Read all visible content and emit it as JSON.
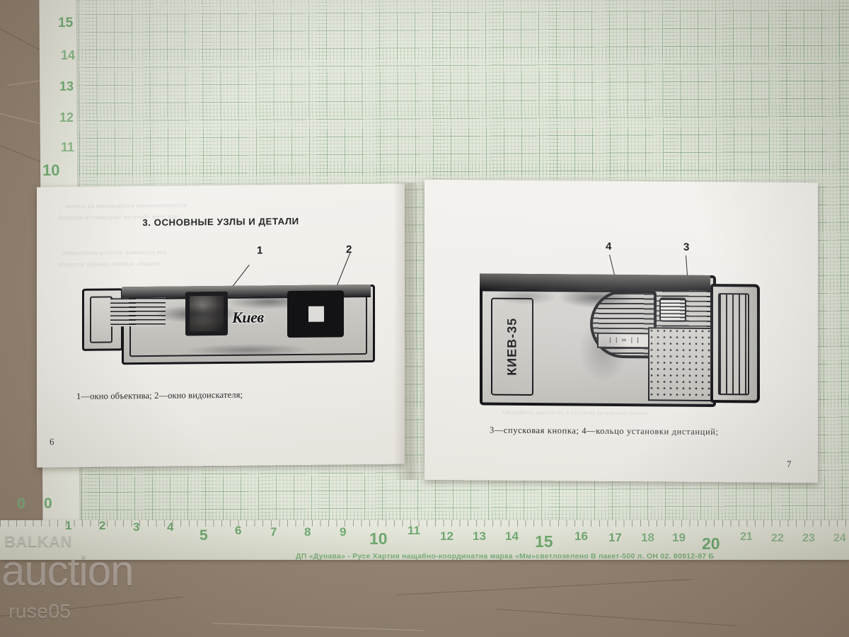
{
  "scene": {
    "description": "photograph-of-open-booklet-on-graph-paper",
    "background_color": "#968574",
    "graph_paper_color": "#dfe4d6",
    "grid_color": "#6fa86f"
  },
  "booklet": {
    "left_page": {
      "page_number": "6",
      "section_title": "3. ОСНОВНЫЕ УЗЛЫ И ДЕТАЛИ",
      "caption": "1—окно объектива; 2—окно видоискателя;",
      "callouts": [
        {
          "label": "1"
        },
        {
          "label": "2"
        }
      ],
      "illustration": {
        "name": "camera-top-view",
        "brand_text": "Киев"
      },
      "bleed_through_lines": [
        "воспроизведение изображения на плёнке",
        "при этом объектив закрывается шторкой",
        "для установки кассеты необходимо",
        "открыть заднюю крышку аппарата"
      ]
    },
    "right_page": {
      "page_number": "7",
      "caption": "3—спусковая кнопка; 4—кольцо установки дистанций;",
      "callouts": [
        {
          "label": "4"
        },
        {
          "label": "3"
        }
      ],
      "illustration": {
        "name": "camera-front-view",
        "brand_text": "КИЕВ-35",
        "dial_scale_text": "| |  ∞  | |"
      },
      "bleed_through_lines": [
        "кольцо наводки на резкость и установка диафрагмы"
      ]
    }
  },
  "ruler": {
    "horizontal_numbers": [
      "1",
      "2",
      "3",
      "4",
      "5",
      "6",
      "7",
      "8",
      "9",
      "10",
      "11",
      "12",
      "13",
      "14",
      "15",
      "16",
      "17",
      "18",
      "19",
      "20",
      "21",
      "22",
      "23",
      "24"
    ],
    "vertical_numbers": [
      "15",
      "14",
      "13",
      "12",
      "11",
      "10"
    ],
    "zero_label": "0",
    "imprint_text": "ДП «Дунава» - Русе   Хартия нащабно-координатна   марка «Мм»светлозелено  В пакет-500 л.   ОН 02. 80912-87   Б"
  },
  "watermark": {
    "line1": "BALKAN",
    "line2": "auction",
    "line3": "ruse05"
  }
}
